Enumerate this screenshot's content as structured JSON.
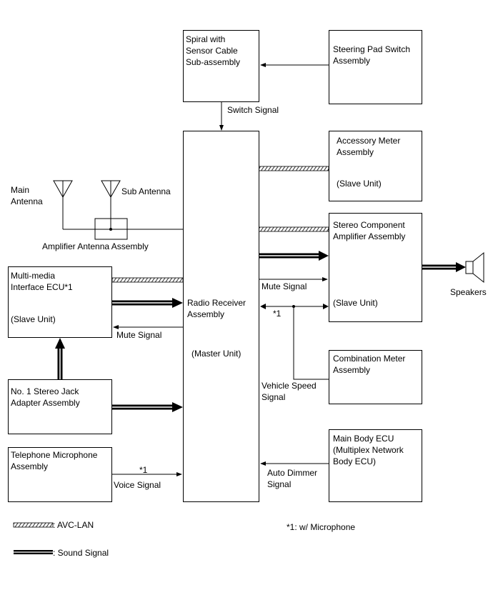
{
  "blocks": {
    "spiral": "Spiral with\nSensor Cable\nSub-assembly",
    "steering": "Steering Pad Switch\nAssembly",
    "accessory_meter": "Accessory Meter\nAssembly",
    "accessory_meter_unit": "(Slave Unit)",
    "stereo_amp": "Stereo Component\nAmplifier Assembly",
    "stereo_amp_unit": "(Slave Unit)",
    "multimedia": "Multi-media\nInterface ECU*1",
    "multimedia_unit": "(Slave Unit)",
    "radio": "Radio Receiver\nAssembly",
    "radio_unit": "(Master Unit)",
    "combination_meter": "Combination Meter\nAssembly",
    "stereo_jack": "No. 1 Stereo Jack\nAdapter Assembly",
    "telephone_mic": "Telephone Microphone\nAssembly",
    "main_body_ecu": "Main Body ECU\n(Multiplex Network\nBody ECU)"
  },
  "labels": {
    "switch_signal": "Switch Signal",
    "main_antenna": "Main\nAntenna",
    "sub_antenna": "Sub Antenna",
    "amplifier_antenna": "Amplifier Antenna Assembly",
    "mute_signal_right": "Mute Signal",
    "mute_signal_left": "Mute Signal",
    "note_star_1": "*1",
    "note_star_2": "*1",
    "vehicle_speed": "Vehicle Speed\nSignal",
    "voice_signal": "Voice Signal",
    "auto_dimmer": "Auto Dimmer\nSignal",
    "speakers": "Speakers"
  },
  "legend": {
    "avc_lan": ": AVC-LAN",
    "sound_signal": ": Sound Signal",
    "footnote": "*1: w/ Microphone"
  }
}
